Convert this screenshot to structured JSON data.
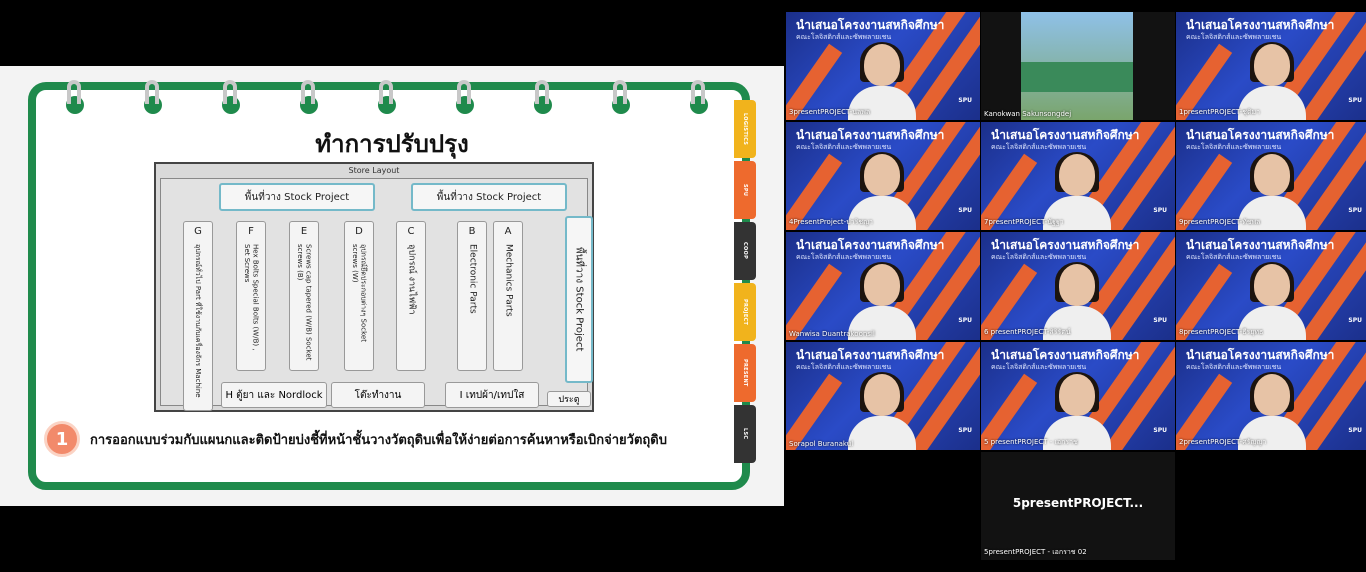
{
  "slide": {
    "title": "ทำการปรับปรุง",
    "tabs": [
      {
        "label": "LOGISTICS",
        "color": "#f1b31c"
      },
      {
        "label": "SPU",
        "color": "#ee6a2d"
      },
      {
        "label": "COOP",
        "color": "#333333"
      },
      {
        "label": "PROJECT",
        "color": "#f1b31c"
      },
      {
        "label": "PRESENT",
        "color": "#ee6a2d"
      },
      {
        "label": "LSC",
        "color": "#333333"
      }
    ],
    "layout": {
      "title": "Store Layout",
      "stock_top_left": "พื้นที่วาง Stock Project",
      "stock_top_right": "พื้นที่วาง Stock Project",
      "stock_right": "พื้นที่วาง Stock Project",
      "shelves": [
        {
          "letter": "G",
          "desc": "อุปกรณ์ทั่วไป Part ที่ใช้งานกับเครื่องจักร Machine"
        },
        {
          "letter": "F",
          "desc": "Hex Bolts Special Bolts (W/B) , Set Screws"
        },
        {
          "letter": "E",
          "desc": "Screws cap tapered (W/B) Socket screws (B)"
        },
        {
          "letter": "D",
          "desc": "อุปกรณ์ยึดประกอบต่างๆ Socket screws (W)"
        },
        {
          "letter": "C",
          "desc": "อุปกรณ์ งานไฟฟ้า"
        },
        {
          "letter": "B",
          "desc": "Electronic Parts"
        },
        {
          "letter": "A",
          "desc": "Mechanics Parts"
        }
      ],
      "zone_h": "H ตู้ยา และ Nordlock",
      "zone_table": "โต๊ะทำงาน",
      "zone_i": "I เทปผ้า/เทปใส",
      "zone_door": "ประตู"
    },
    "caption_number": "1",
    "caption_text": "การออกแบบร่วมกับแผนกและติดป้ายบ่งชี้ที่หน้าชั้นวางวัตถุดิบเพื่อให้ง่ายต่อการค้นหาหรือเบิกจ่ายวัตถุดิบ"
  },
  "participants": {
    "banner_title": "นำเสนอโครงงานสหกิจศึกษา",
    "banner_sub": "คณะโลจิสติกส์และซัพพลายเชน",
    "logo": "SPU",
    "tiles": [
      {
        "name": "3presentPROJECT-นลพล"
      },
      {
        "name": "Kanokwan Sakunsongdej"
      },
      {
        "name": "1presentPROJECT-ชุติมา"
      },
      {
        "name": "4PresentProject-ปาริชญา"
      },
      {
        "name": "7presentPROJECT-นัฐฐา"
      },
      {
        "name": "9presentPROJECT-ทัชพล"
      },
      {
        "name": "Wanwisa Duantrakoonsil"
      },
      {
        "name": "6 presentPROJECT-สิริรัตน์"
      },
      {
        "name": "8presentPROJECT-ธีรยุทธ"
      },
      {
        "name": "Sorapol Buranakul"
      },
      {
        "name": "5 presentPROJECT - เอกราช"
      },
      {
        "name": "2presentPROJECT-ศรัญญา"
      },
      {
        "name": "5presentPROJECT - เอกราช 02",
        "display": "5presentPROJECT..."
      }
    ]
  }
}
